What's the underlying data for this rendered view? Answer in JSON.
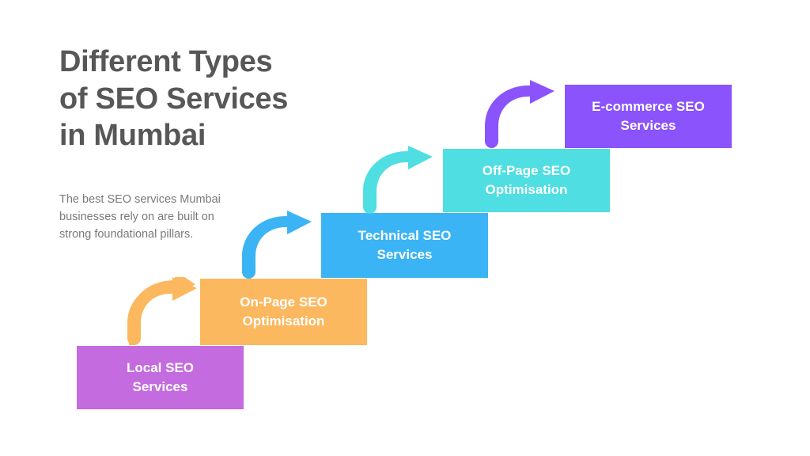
{
  "heading": {
    "line1": "Different Types",
    "line2": "of SEO Services",
    "line3": "in Mumbai"
  },
  "subtext": {
    "body": "The best SEO services Mumbai businesses rely on are built on strong foundational pillars."
  },
  "steps": [
    {
      "id": "local-seo-services",
      "label_line1": "Local SEO",
      "label_line2": "Services",
      "color": "#c46be0"
    },
    {
      "id": "on-page-seo-optimisation",
      "label_line1": "On-Page SEO",
      "label_line2": "Optimisation",
      "color": "#fcb85e"
    },
    {
      "id": "technical-seo-services",
      "label_line1": "Technical SEO",
      "label_line2": "Services",
      "color": "#3bb4f5"
    },
    {
      "id": "off-page-seo-optimisation",
      "label_line1": "Off-Page SEO",
      "label_line2": "Optimisation",
      "color": "#4fdee2"
    },
    {
      "id": "e-commerce-seo-services",
      "label_line1": "E-commerce SEO",
      "label_line2": "Services",
      "color": "#8a53fc"
    }
  ],
  "arrows": [
    {
      "id": "arrow-local-to-onpage",
      "icon": "curved-arrow-up-right-icon",
      "color": "#fcb85e"
    },
    {
      "id": "arrow-onpage-to-technical",
      "icon": "curved-arrow-up-right-icon",
      "color": "#3bb4f5"
    },
    {
      "id": "arrow-technical-to-offpage",
      "icon": "curved-arrow-up-right-icon",
      "color": "#4fdee2"
    },
    {
      "id": "arrow-offpage-to-ecommerce",
      "icon": "curved-arrow-up-right-icon",
      "color": "#8a53fc"
    }
  ],
  "theme": {
    "background": "#ffffff",
    "heading_color": "#575757",
    "subtext_color": "#7a7a7a",
    "box_text_color": "#ffffff"
  }
}
